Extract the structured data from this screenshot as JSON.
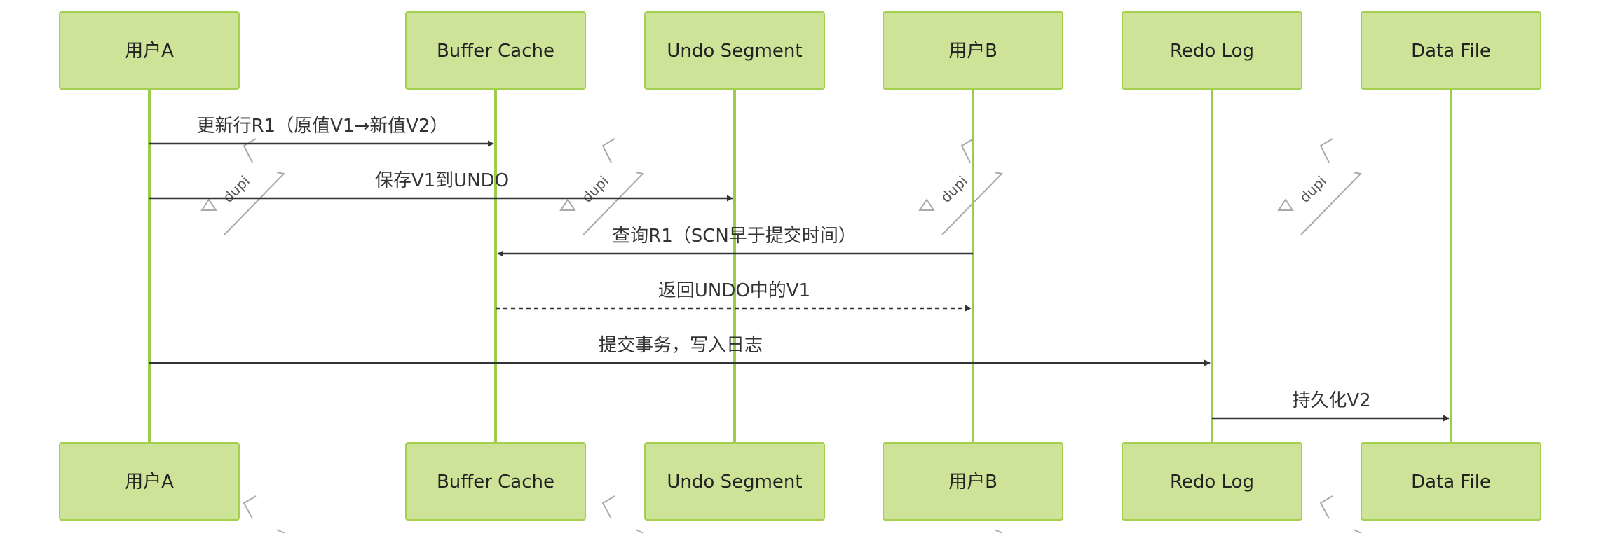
{
  "diagram": {
    "type": "sequence",
    "actors": [
      {
        "id": "userA",
        "label": "用户A"
      },
      {
        "id": "buffer",
        "label": "Buffer Cache"
      },
      {
        "id": "undo",
        "label": "Undo Segment"
      },
      {
        "id": "userB",
        "label": "用户B"
      },
      {
        "id": "redo",
        "label": "Redo Log"
      },
      {
        "id": "datafile",
        "label": "Data File"
      }
    ],
    "messages": [
      {
        "from": "userA",
        "to": "buffer",
        "label": "更新行R1（原值V1→新值V2）",
        "style": "solid"
      },
      {
        "from": "userA",
        "to": "undo",
        "label": "保存V1到UNDO",
        "style": "solid"
      },
      {
        "from": "userB",
        "to": "buffer",
        "label": "查询R1（SCN早于提交时间）",
        "style": "solid"
      },
      {
        "from": "buffer",
        "to": "userB",
        "label": "返回UNDO中的V1",
        "style": "dashed"
      },
      {
        "from": "userA",
        "to": "redo",
        "label": "提交事务，写入日志",
        "style": "solid"
      },
      {
        "from": "redo",
        "to": "datafile",
        "label": "持久化V2",
        "style": "solid"
      }
    ],
    "watermark": "dupi"
  }
}
